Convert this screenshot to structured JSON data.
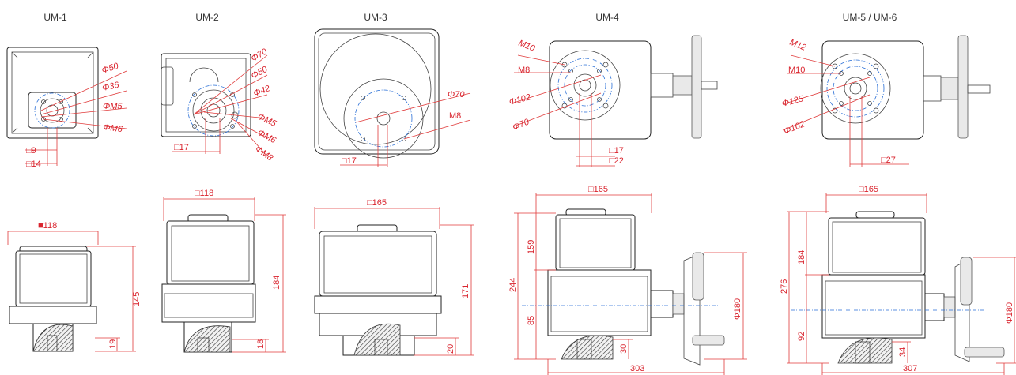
{
  "models": [
    {
      "title": "UM-1",
      "top": [
        "Φ50",
        "Φ36",
        "ΦM5",
        "ΦM6",
        "□9",
        "□14"
      ],
      "front": [
        "■118",
        "145",
        "19"
      ]
    },
    {
      "title": "UM-2",
      "top": [
        "Φ70",
        "Φ50",
        "Φ42",
        "ΦM5",
        "ΦM6",
        "ΦM8",
        "□17"
      ],
      "front": [
        "□118",
        "184",
        "18"
      ]
    },
    {
      "title": "UM-3",
      "top": [
        "Φ70",
        "M8",
        "□17"
      ],
      "front": [
        "□165",
        "171",
        "20"
      ]
    },
    {
      "title": "UM-4",
      "top": [
        "M10",
        "M8",
        "Φ102",
        "Φ70",
        "□17",
        "□22"
      ],
      "front": [
        "□165",
        "159",
        "244",
        "85",
        "30",
        "Φ180",
        "303"
      ]
    },
    {
      "title": "UM-5 / UM-6",
      "top": [
        "M12",
        "M10",
        "Φ125",
        "Φ102",
        "□27"
      ],
      "front": [
        "□165",
        "184",
        "276",
        "92",
        "34",
        "Φ180",
        "307"
      ]
    }
  ],
  "colors": {
    "dimension": "#d9232d",
    "centerline": "#2a6fd6",
    "outline": "#222222"
  }
}
